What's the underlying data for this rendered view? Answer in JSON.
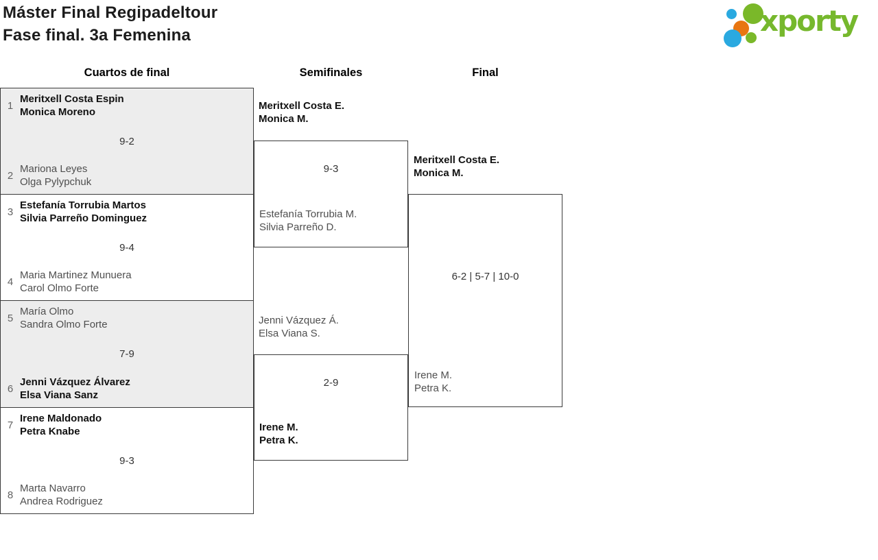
{
  "header": {
    "title_line1": "Máster Final Regipadeltour",
    "title_line2": "Fase final. 3a Femenina"
  },
  "logo": {
    "text": "xporty",
    "green": "#76b82d",
    "blue": "#2aa9e0",
    "orange": "#e87611"
  },
  "round_headers": {
    "quarterfinals": "Cuartos de final",
    "semifinals": "Semifinales",
    "final": "Final"
  },
  "colors": {
    "border": "#3a3a3a",
    "shaded_box_bg": "#ededed",
    "winner_text": "#111111",
    "loser_text": "#4f4f4f"
  },
  "quarterfinals": [
    {
      "seed_top": "1",
      "team_top_1": "Meritxell Costa Espin",
      "team_top_2": "Monica Moreno",
      "top_winner": true,
      "score": "9-2",
      "seed_bottom": "2",
      "team_bottom_1": "Mariona Leyes",
      "team_bottom_2": "Olga Pylypchuk",
      "bottom_winner": false
    },
    {
      "seed_top": "3",
      "team_top_1": "Estefanía Torrubia Martos",
      "team_top_2": "Silvia Parreño Dominguez",
      "top_winner": true,
      "score": "9-4",
      "seed_bottom": "4",
      "team_bottom_1": "Maria Martinez Munuera",
      "team_bottom_2": "Carol Olmo Forte",
      "bottom_winner": false
    },
    {
      "seed_top": "5",
      "team_top_1": "María Olmo",
      "team_top_2": "Sandra Olmo Forte",
      "top_winner": false,
      "score": "7-9",
      "seed_bottom": "6",
      "team_bottom_1": "Jenni Vázquez Álvarez",
      "team_bottom_2": "Elsa Viana Sanz",
      "bottom_winner": true
    },
    {
      "seed_top": "7",
      "team_top_1": "Irene Maldonado",
      "team_top_2": "Petra Knabe",
      "top_winner": true,
      "score": "9-3",
      "seed_bottom": "8",
      "team_bottom_1": "Marta Navarro",
      "team_bottom_2": "Andrea Rodriguez",
      "bottom_winner": false
    }
  ],
  "semifinals": [
    {
      "team_top_1": "Meritxell Costa E.",
      "team_top_2": "Monica M.",
      "top_winner": true,
      "score": "9-3",
      "team_bottom_1": "Estefanía Torrubia M.",
      "team_bottom_2": "Silvia Parreño D.",
      "bottom_winner": false
    },
    {
      "team_top_1": "Jenni Vázquez Á.",
      "team_top_2": "Elsa Viana S.",
      "top_winner": false,
      "score": "2-9",
      "team_bottom_1": "Irene M.",
      "team_bottom_2": "Petra K.",
      "bottom_winner": true
    }
  ],
  "final": {
    "team_top_1": "Meritxell Costa E.",
    "team_top_2": "Monica M.",
    "top_winner": true,
    "score": "6-2 | 5-7 | 10-0",
    "team_bottom_1": "Irene M.",
    "team_bottom_2": "Petra K.",
    "bottom_winner": false
  }
}
